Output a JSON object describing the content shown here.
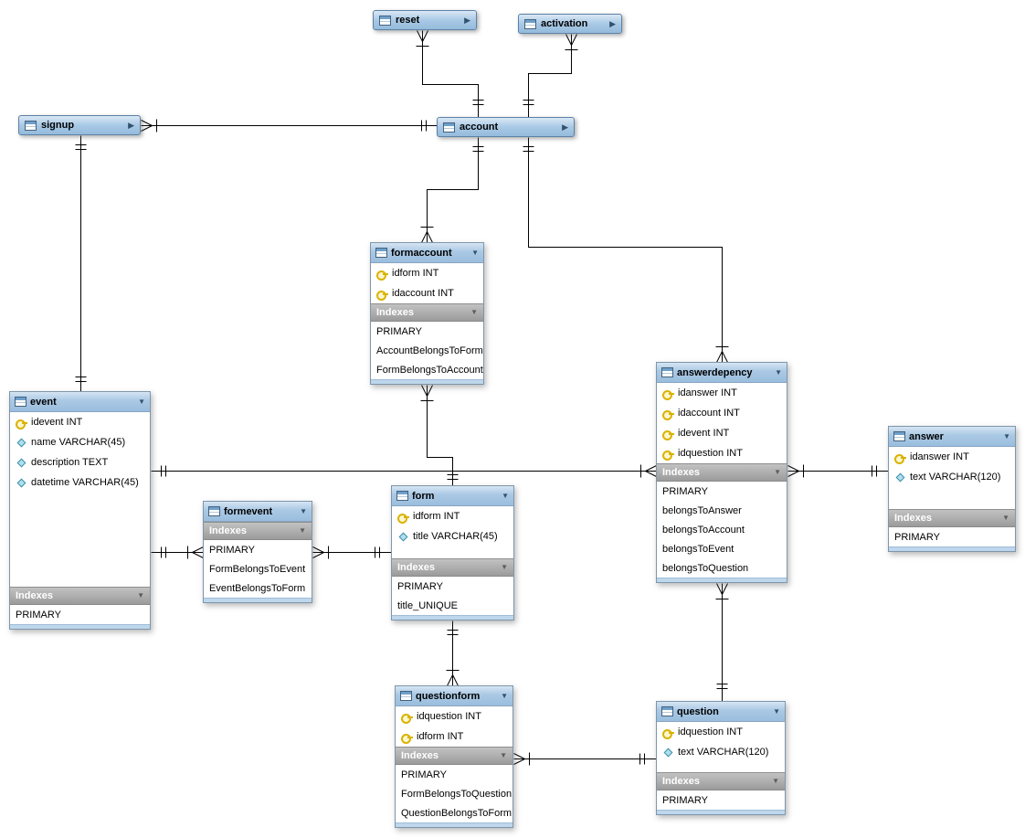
{
  "icons": {
    "collapse_down": "▼",
    "expand_right": "▶"
  },
  "colors": {
    "table_header": "#a9c8e4",
    "collapsed_table": "#a9c9e6",
    "indexes_bar": "#a5a5a5",
    "table_footer": "#bed7ec",
    "connector": "#000000",
    "key_icon": "#d9b300",
    "column_icon": "#aee0ef",
    "canvas": "#ffffff"
  },
  "collapsed_tables": {
    "reset": {
      "name": "reset"
    },
    "activation": {
      "name": "activation"
    },
    "signup": {
      "name": "signup"
    },
    "account": {
      "name": "account"
    }
  },
  "tables": {
    "formaccount": {
      "name": "formaccount",
      "columns": [
        {
          "icon": "primary-key",
          "label": "idform INT"
        },
        {
          "icon": "primary-key",
          "label": "idaccount INT"
        }
      ],
      "indexes_label": "Indexes",
      "indexes": [
        "PRIMARY",
        "AccountBelongsToForm",
        "FormBelongsToAccount"
      ]
    },
    "event": {
      "name": "event",
      "columns": [
        {
          "icon": "primary-key",
          "label": "idevent INT"
        },
        {
          "icon": "column",
          "label": "name VARCHAR(45)"
        },
        {
          "icon": "column",
          "label": "description TEXT"
        },
        {
          "icon": "column",
          "label": "datetime VARCHAR(45)"
        }
      ],
      "indexes_label": "Indexes",
      "indexes": [
        "PRIMARY"
      ]
    },
    "formevent": {
      "name": "formevent",
      "columns": [],
      "indexes_label": "Indexes",
      "indexes": [
        "PRIMARY",
        "FormBelongsToEvent",
        "EventBelongsToForm"
      ]
    },
    "form": {
      "name": "form",
      "columns": [
        {
          "icon": "primary-key",
          "label": "idform INT"
        },
        {
          "icon": "column",
          "label": "title VARCHAR(45)"
        }
      ],
      "indexes_label": "Indexes",
      "indexes": [
        "PRIMARY",
        "title_UNIQUE"
      ]
    },
    "answerdepency": {
      "name": "answerdepency",
      "columns": [
        {
          "icon": "primary-key",
          "label": "idanswer INT"
        },
        {
          "icon": "primary-key",
          "label": "idaccount INT"
        },
        {
          "icon": "primary-key",
          "label": "idevent INT"
        },
        {
          "icon": "primary-key",
          "label": "idquestion INT"
        }
      ],
      "indexes_label": "Indexes",
      "indexes": [
        "PRIMARY",
        "belongsToAnswer",
        "belongsToAccount",
        "belongsToEvent",
        "belongsToQuestion"
      ]
    },
    "answer": {
      "name": "answer",
      "columns": [
        {
          "icon": "primary-key",
          "label": "idanswer INT"
        },
        {
          "icon": "column",
          "label": "text VARCHAR(120)"
        }
      ],
      "indexes_label": "Indexes",
      "indexes": [
        "PRIMARY"
      ]
    },
    "questionform": {
      "name": "questionform",
      "columns": [
        {
          "icon": "primary-key",
          "label": "idquestion INT"
        },
        {
          "icon": "primary-key",
          "label": "idform INT"
        }
      ],
      "indexes_label": "Indexes",
      "indexes": [
        "PRIMARY",
        "FormBelongsToQuestion",
        "QuestionBelongsToForm"
      ]
    },
    "question": {
      "name": "question",
      "columns": [
        {
          "icon": "primary-key",
          "label": "idquestion INT"
        },
        {
          "icon": "column",
          "label": "text VARCHAR(120)"
        }
      ],
      "indexes_label": "Indexes",
      "indexes": [
        "PRIMARY"
      ]
    }
  }
}
